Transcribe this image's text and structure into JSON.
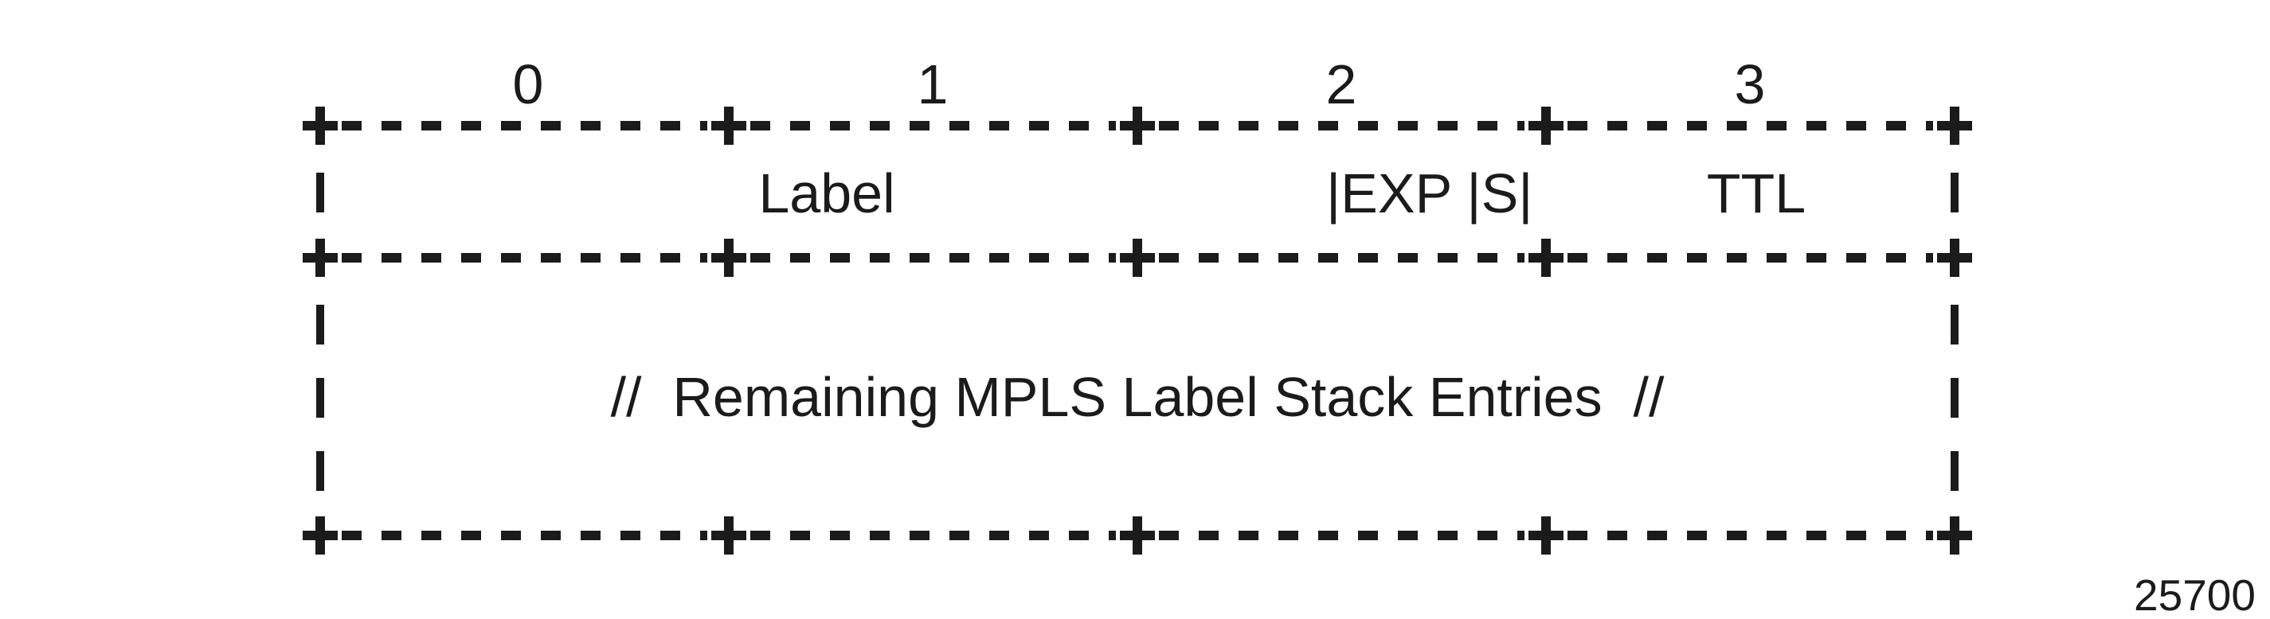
{
  "diagram": {
    "title_semantic": "MPLS label stack entry format",
    "bit_scale": {
      "labels": [
        "0",
        "1",
        "2",
        "3"
      ]
    },
    "row1": {
      "label_field": "Label",
      "exp_s_field": "|EXP |S|",
      "ttl_field": "TTL"
    },
    "row2": {
      "text": "//  Remaining MPLS Label Stack Entries  //"
    },
    "figure_number": "25700"
  },
  "colors": {
    "ink": "#1b1b1b",
    "background": "#ffffff"
  }
}
